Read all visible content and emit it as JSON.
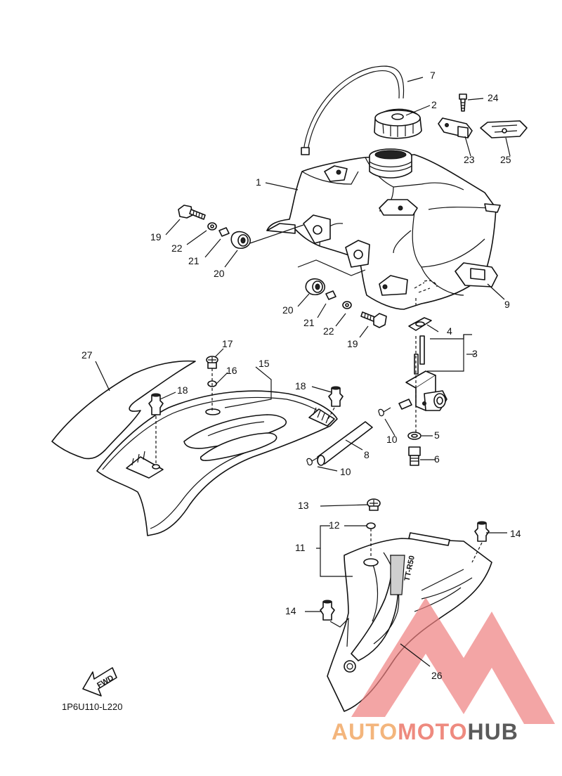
{
  "diagram": {
    "code": "1P6U110-L220",
    "fwd_label": "FWD",
    "callouts": [
      "1",
      "2",
      "3",
      "4",
      "5",
      "6",
      "7",
      "8",
      "9",
      "10",
      "11",
      "12",
      "13",
      "14",
      "15",
      "16",
      "17",
      "18",
      "19",
      "20",
      "21",
      "22",
      "23",
      "24",
      "25",
      "26",
      "27"
    ]
  },
  "watermark": {
    "part1": "AUTO",
    "part2": "MOTO",
    "part3": "HUB",
    "colors": {
      "auto": "#f3b57c",
      "moto": "#ee8a7f",
      "hub": "#5a5a5a",
      "triangle": "#ee7f7f"
    }
  }
}
